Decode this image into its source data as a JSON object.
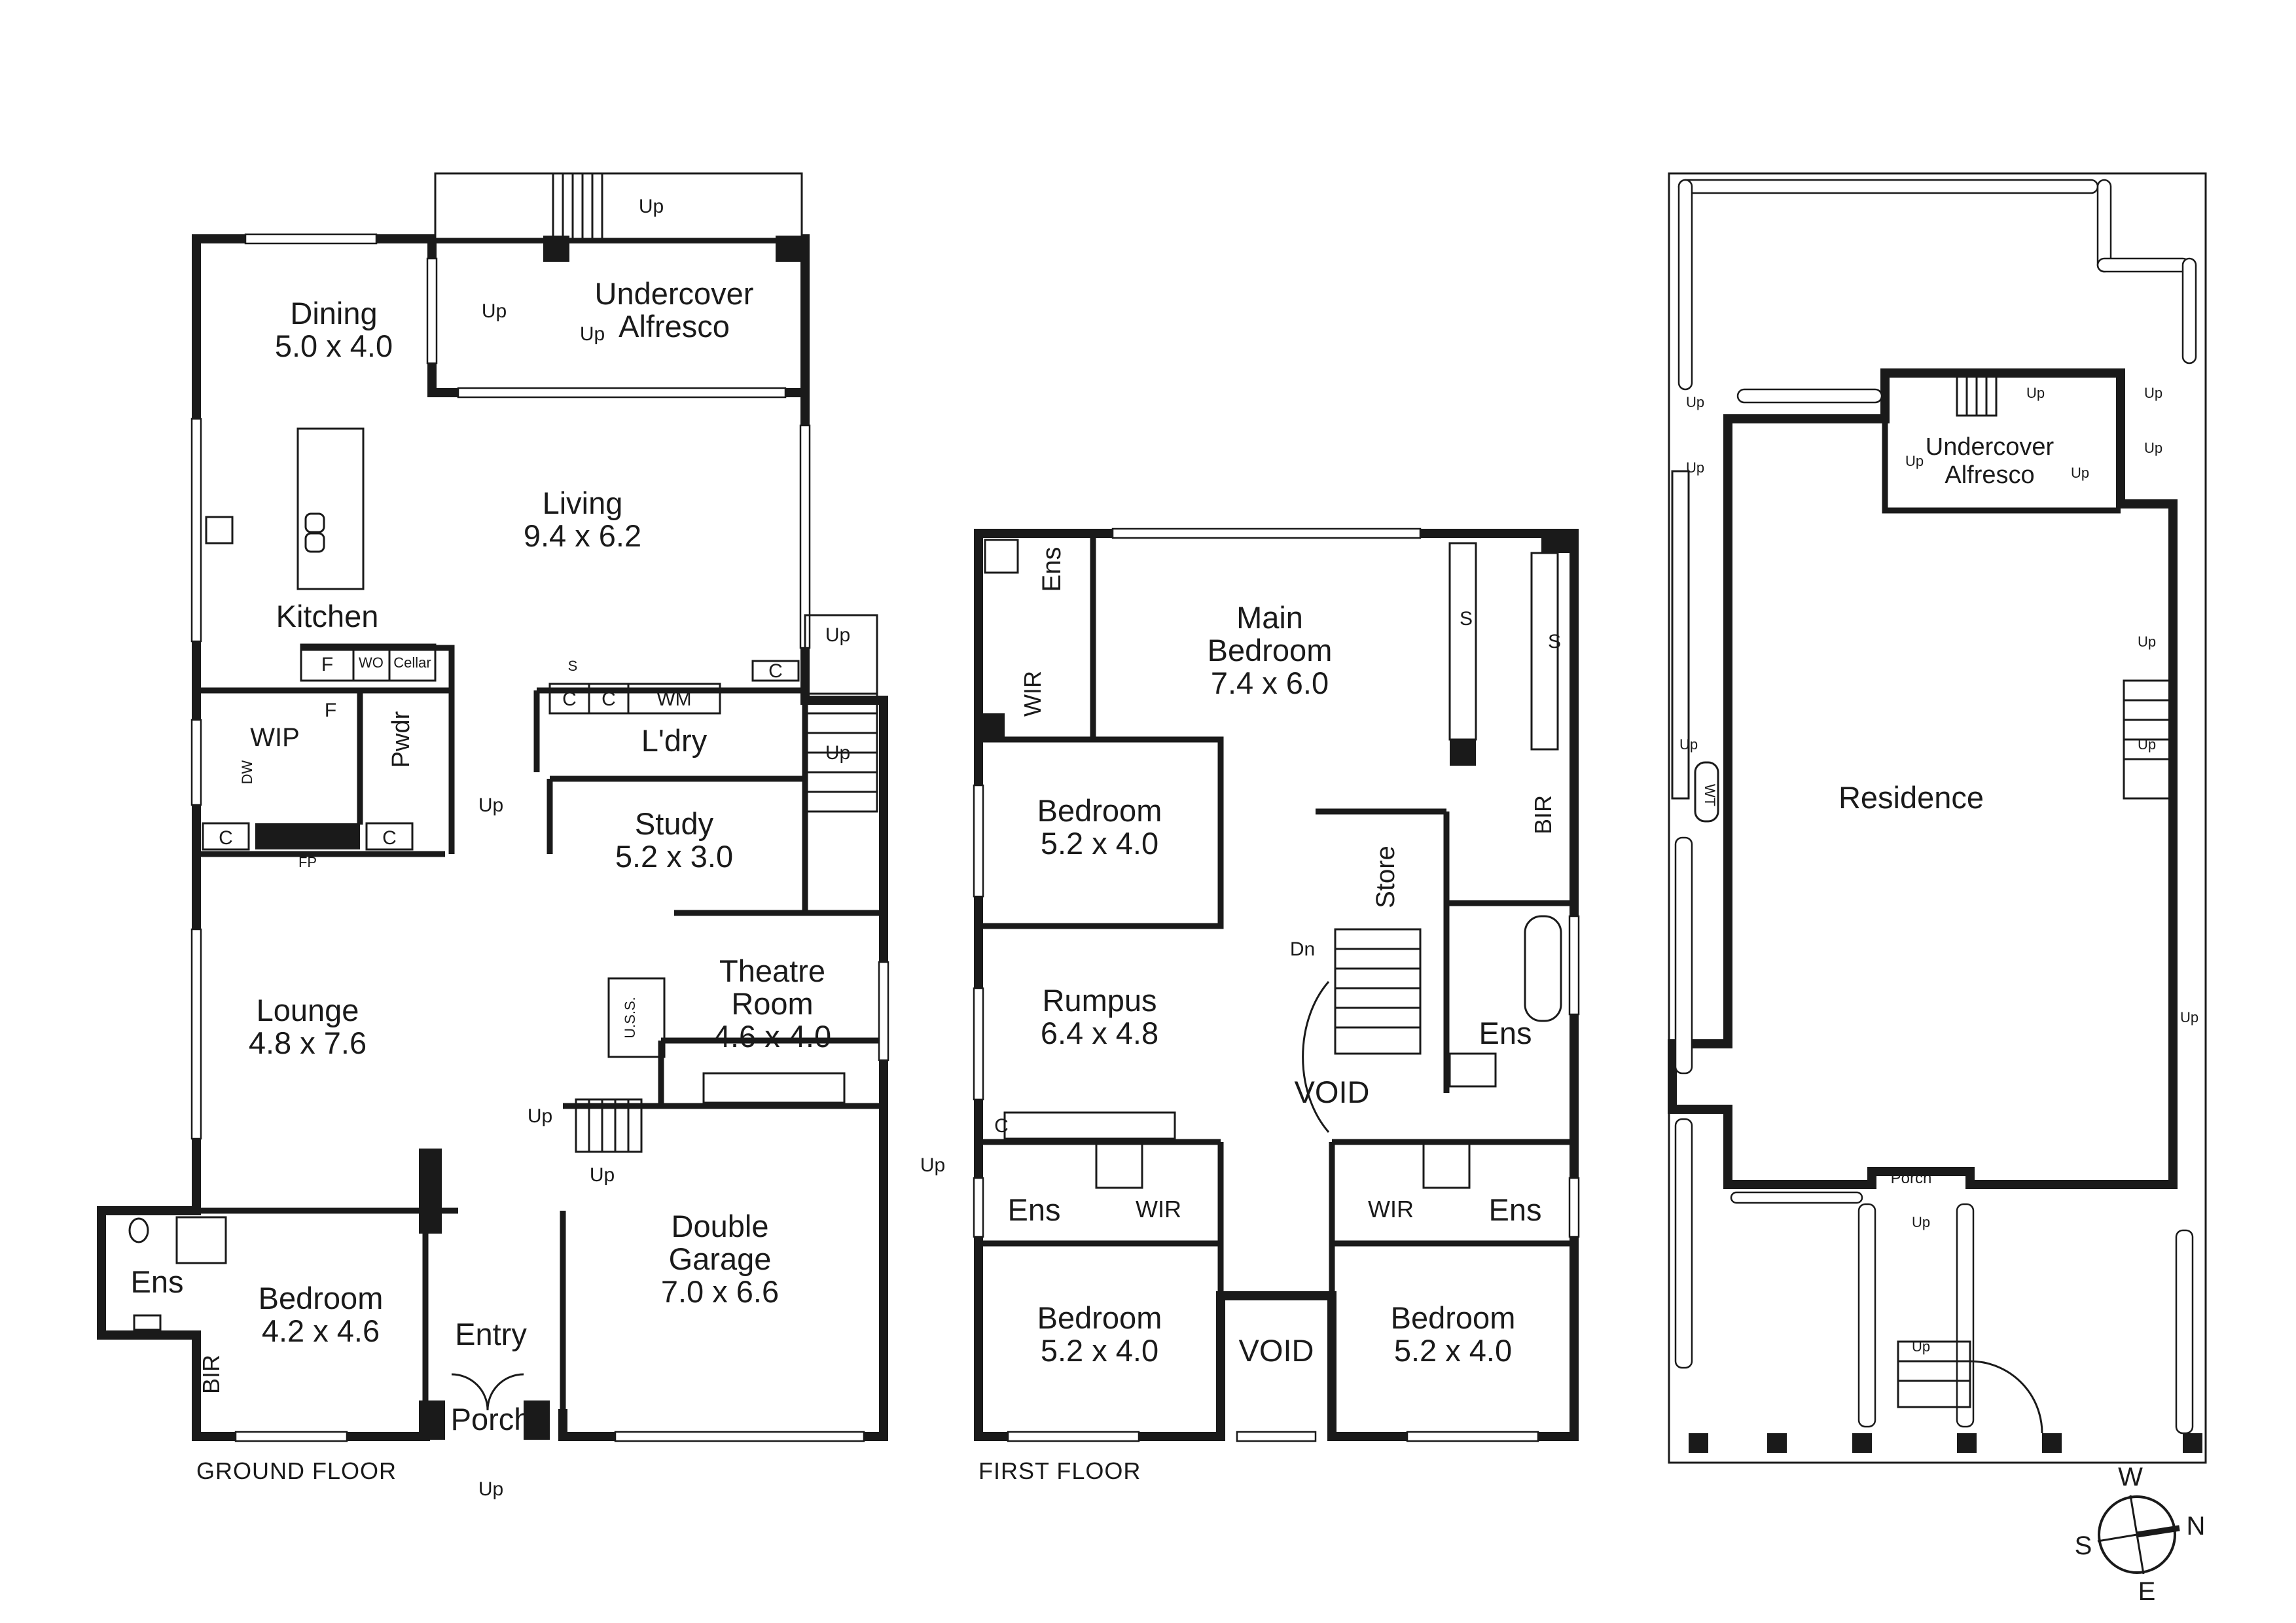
{
  "ground_floor": {
    "caption": "GROUND FLOOR",
    "rooms": {
      "dining": {
        "name": "Dining",
        "size": "5.0 x 4.0"
      },
      "alfresco": {
        "name1": "Undercover",
        "name2": "Alfresco"
      },
      "living": {
        "name": "Living",
        "size": "9.4 x 6.2"
      },
      "kitchen": {
        "name": "Kitchen"
      },
      "wip": {
        "name": "WIP"
      },
      "pwdr": {
        "name": "Pwdr"
      },
      "laundry": {
        "name": "L'dry"
      },
      "study": {
        "name": "Study",
        "size": "5.2 x 3.0"
      },
      "lounge": {
        "name": "Lounge",
        "size": "4.8 x 7.6"
      },
      "theatre": {
        "name1": "Theatre",
        "name2": "Room",
        "size": "4.6 x 4.0"
      },
      "garage": {
        "name1": "Double",
        "name2": "Garage",
        "size": "7.0 x 6.6"
      },
      "bedroom": {
        "name": "Bedroom",
        "size": "4.2 x 4.6"
      },
      "ensuite": {
        "name": "Ens"
      },
      "bir": {
        "name": "BIR"
      },
      "entry": {
        "name": "Entry"
      },
      "porch": {
        "name": "Porch"
      }
    },
    "fixtures": {
      "fridge": "F",
      "fridge_wip": "F",
      "wine": "WO",
      "cellar": "Cellar",
      "cupboard": "C",
      "washing_machine": "WM",
      "fireplace": "FP",
      "dishwasher": "DW",
      "shelf": "S",
      "uss": "U.S.S."
    },
    "stair_label": "Up"
  },
  "first_floor": {
    "caption": "FIRST FLOOR",
    "rooms": {
      "main_bedroom": {
        "name1": "Main",
        "name2": "Bedroom",
        "size": "7.4 x 6.0"
      },
      "bedroom_nw": {
        "name": "Bedroom",
        "size": "5.2 x 4.0"
      },
      "rumpus": {
        "name": "Rumpus",
        "size": "6.4 x 4.8"
      },
      "void_center": {
        "name": "VOID"
      },
      "void_south": {
        "name": "VOID"
      },
      "bedroom_sw": {
        "name": "Bedroom",
        "size": "5.2 x 4.0"
      },
      "bedroom_se": {
        "name": "Bedroom",
        "size": "5.2 x 4.0"
      },
      "ens": {
        "name": "Ens"
      },
      "wir": {
        "name": "WIR"
      },
      "store": {
        "name": "Store"
      },
      "bir": {
        "name": "BIR"
      },
      "c": {
        "name": "C"
      },
      "s": {
        "name": "S"
      }
    },
    "stair_label": "Dn"
  },
  "site_plan": {
    "residence": "Residence",
    "alfresco": {
      "name1": "Undercover",
      "name2": "Alfresco"
    },
    "porch": "Porch",
    "wt": "WT",
    "up": "Up"
  },
  "compass": {
    "w": "W",
    "n": "N",
    "s": "S",
    "e": "E"
  }
}
